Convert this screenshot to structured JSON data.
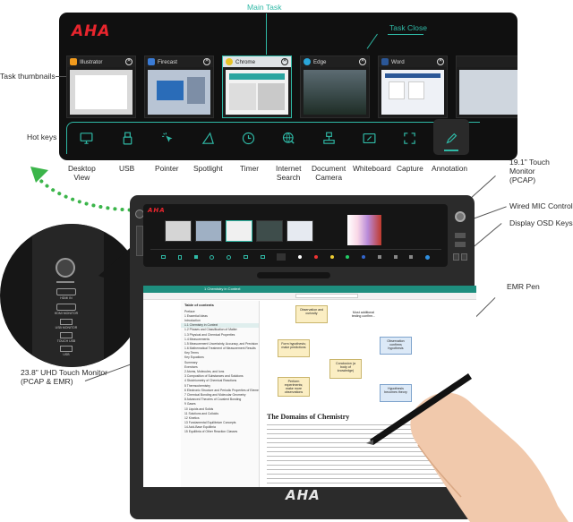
{
  "zoom": {
    "logo": "AHA",
    "main_task_label": "Main Task",
    "task_close_label": "Task Close",
    "tasks": [
      {
        "name": "Illustrator",
        "icon": "illustrator-icon",
        "color": "#f29b1d"
      },
      {
        "name": "Firecast",
        "icon": "firecast-icon",
        "color": "#3a7bd5"
      },
      {
        "name": "Chrome",
        "icon": "chrome-icon",
        "color": "#e7c227"
      },
      {
        "name": "Edge",
        "icon": "edge-icon",
        "color": "#2aa6d9"
      },
      {
        "name": "Word",
        "icon": "word-icon",
        "color": "#2b5797"
      }
    ],
    "hotkeys": [
      {
        "label": "Desktop\nView",
        "icon": "monitor-icon"
      },
      {
        "label": "USB",
        "icon": "usb-icon"
      },
      {
        "label": "Pointer",
        "icon": "pointer-icon"
      },
      {
        "label": "Spotlight",
        "icon": "spotlight-icon"
      },
      {
        "label": "Timer",
        "icon": "clock-icon"
      },
      {
        "label": "Internet\nSearch",
        "icon": "globe-icon"
      },
      {
        "label": "Document\nCamera",
        "icon": "document-camera-icon"
      },
      {
        "label": "Whiteboard",
        "icon": "whiteboard-icon"
      },
      {
        "label": "Capture",
        "icon": "capture-icon"
      },
      {
        "label": "Annotation",
        "icon": "pen-icon"
      }
    ]
  },
  "callouts": {
    "task_thumbnails": "Task thumbnails",
    "hot_keys": "Hot keys",
    "top_monitor": "19.1\" Touch Monitor\n(PCAP)",
    "mic_control": "Wired MIC Control",
    "osd_keys": "Display OSD Keys",
    "emr_pen": "EMR Pen",
    "main_monitor": "23.8\" UHD Touch Monitor\n(PCAP & EMR)"
  },
  "inset_ports": [
    "HDMI IN",
    "HDMI MONITOR",
    "USB MONITOR",
    "TOUCH USB",
    "USB"
  ],
  "device": {
    "logo": "AHA",
    "doc_heading": "The Domains of Chemistry",
    "toc_title": "Table of contents",
    "doc_tab": "1 Chemistry in Context",
    "toc_items": [
      "Preface",
      "1 Essential Ideas",
      "Introduction",
      "1.1 Chemistry in Context",
      "1.2 Phases and Classification of Matter",
      "1.3 Physical and Chemical Properties",
      "1.4 Measurements",
      "1.5 Measurement Uncertainty, Accuracy, and Precision",
      "1.6 Mathematical Treatment of Measurement Results",
      "Key Terms",
      "Key Equations",
      "Summary",
      "Exercises",
      "2 Atoms, Molecules, and Ions",
      "3 Composition of Substances and Solutions",
      "4 Stoichiometry of Chemical Reactions",
      "5 Thermochemistry",
      "6 Electronic Structure and Periodic Properties of Elements",
      "7 Chemical Bonding and Molecular Geometry",
      "8 Advanced Theories of Covalent Bonding",
      "9 Gases",
      "10 Liquids and Solids",
      "11 Solutions and Colloids",
      "12 Kinetics",
      "13 Fundamental Equilibrium Concepts",
      "14 Acid-Base Equilibria",
      "15 Equilibria of Other Reaction Classes"
    ],
    "diagram_nodes": [
      "Observation and curiosity",
      "Form hypothesis; make predictions",
      "Perform experiments; make more observations",
      "Conclusion (a body of knowledge)",
      "Observation confirms hypothesis",
      "Hypothesis becomes theory",
      "Must additional testing confirm..."
    ]
  }
}
